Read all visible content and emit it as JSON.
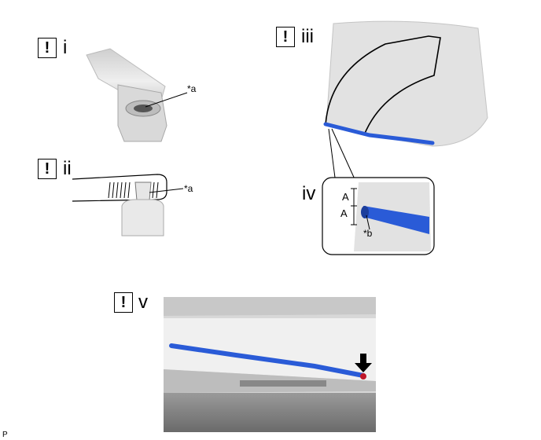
{
  "steps": [
    {
      "label": "i"
    },
    {
      "label": "ii"
    },
    {
      "label": "iii"
    },
    {
      "label": "iv"
    },
    {
      "label": "v"
    }
  ],
  "warning_symbol": "!",
  "callouts": {
    "a1": "*a",
    "a2": "*a",
    "b": "*b"
  },
  "dimension_label": "A",
  "footer_code": "P",
  "colors": {
    "wiper_blue": "#2a5bd7",
    "glass_gray": "#e2e2e2",
    "arrow": "#000000"
  }
}
